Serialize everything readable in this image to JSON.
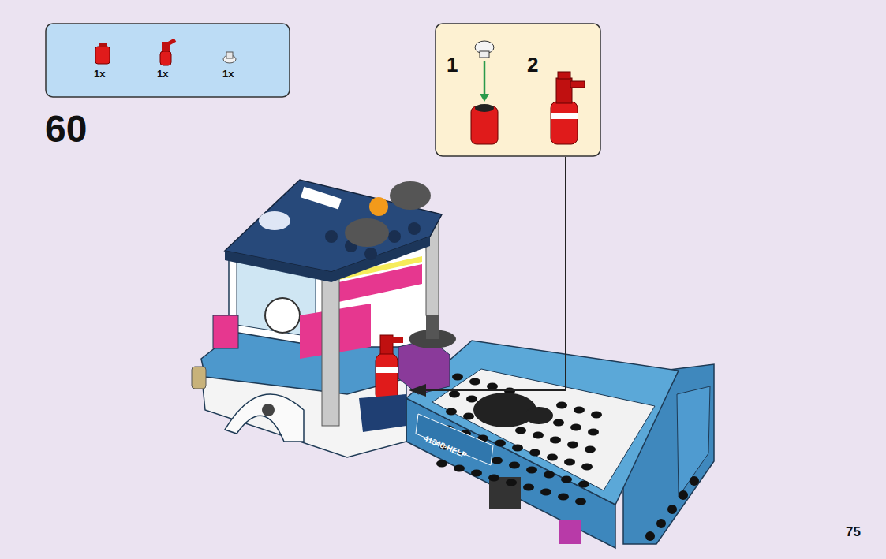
{
  "diagram": {
    "nodes": [
      {
        "text": [
          "1x",
          "1x",
          "1x"
        ]
      },
      {
        "text": [
          "1",
          "2"
        ]
      }
    ],
    "labels": [
      "60",
      "41348-HELP",
      "75"
    ]
  }
}
